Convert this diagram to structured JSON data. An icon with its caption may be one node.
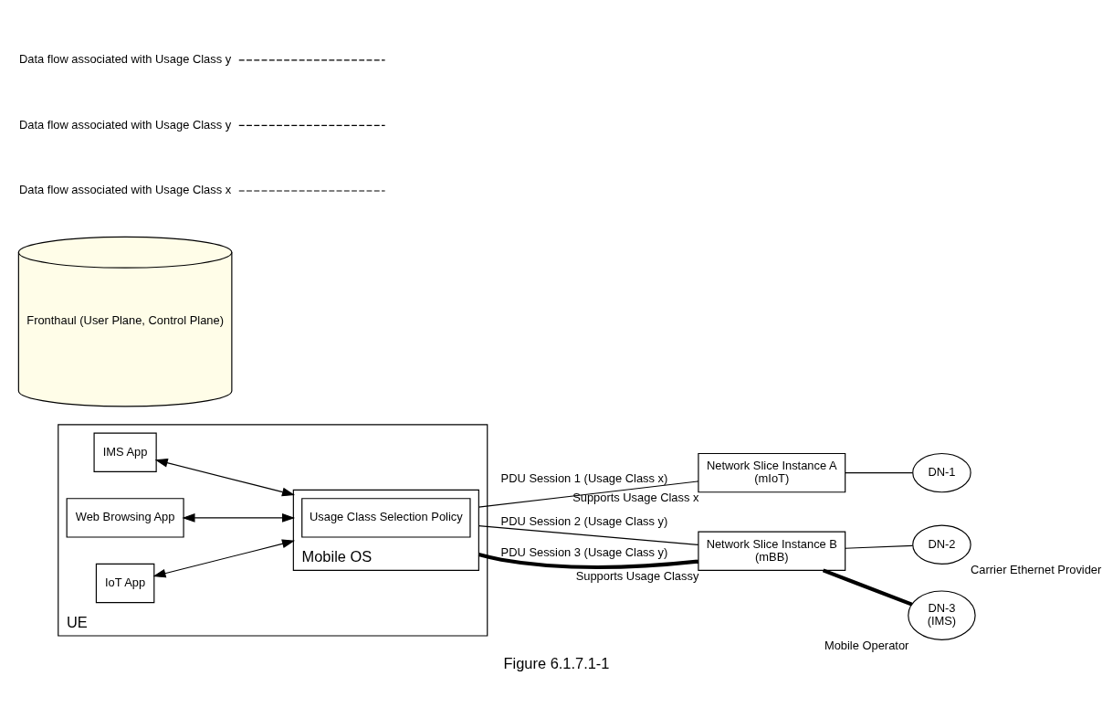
{
  "diagram": {
    "caption": "Figure 6.1.7.1-1",
    "nodes": [
      {
        "text": [
          "UE"
        ]
      },
      {
        "text": [
          "IMS App"
        ],
        "in": 0
      },
      {
        "text": [
          "Web Browsing App"
        ],
        "in": 0
      },
      {
        "text": [
          "IoT App"
        ],
        "in": 0
      },
      {
        "text": [
          "Mobile OS"
        ],
        "in": 0
      },
      {
        "text": [
          "Usage Class Selection Policy"
        ],
        "in": 4
      },
      {
        "text": [
          "Network Slice Instance A",
          "(mIoT)"
        ],
        "beside": [
          "Supports Usage Class x"
        ]
      },
      {
        "text": [
          "Network Slice Instance B",
          "(mBB)"
        ],
        "beside": [
          "Supports Usage Classy"
        ]
      },
      {
        "text": [
          "DN-1"
        ]
      },
      {
        "text": [
          "DN-2"
        ],
        "beside": [
          "Carrier Ethernet Provider"
        ]
      },
      {
        "text": [
          "DN-3",
          "(IMS)"
        ],
        "beside": [
          "Mobile Operator"
        ]
      },
      {
        "text": [
          "Fronthaul (User Plane, Control Plane)"
        ]
      },
      {
        "text": [
          "Data flow associated with Usage Class x"
        ]
      },
      {
        "text": [
          "Data flow associated with Usage Class y"
        ]
      },
      {
        "text": [
          "Data flow associated with Usage Class y"
        ]
      }
    ],
    "edges": [
      {
        "from": 1,
        "to": 4,
        "arrow": "both"
      },
      {
        "from": 2,
        "to": 4,
        "arrow": "both"
      },
      {
        "from": 3,
        "to": 4,
        "arrow": "both"
      },
      {
        "from": 4,
        "to": 6,
        "arrow": "none",
        "label": "PDU Session 1 (Usage Class x)"
      },
      {
        "from": 6,
        "to": 8,
        "arrow": "none"
      },
      {
        "from": 4,
        "to": 7,
        "arrow": "none",
        "label": "PDU Session 2 (Usage Class y)"
      },
      {
        "from": 7,
        "to": 9,
        "arrow": "none"
      },
      {
        "from": 4,
        "to": 7,
        "arrow": "none",
        "label": "PDU Session 3 (Usage Class y)",
        "style": "thick"
      },
      {
        "from": 7,
        "to": 10,
        "arrow": "none",
        "style": "thick"
      },
      {
        "from": 12,
        "to": null,
        "arrow": "none",
        "style": "dashed"
      },
      {
        "from": 13,
        "to": null,
        "arrow": "none",
        "style": "dashed"
      },
      {
        "from": 14,
        "to": null,
        "arrow": "none",
        "style": "dashed"
      }
    ]
  }
}
